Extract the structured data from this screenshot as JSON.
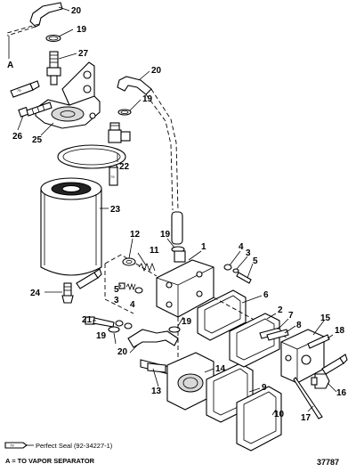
{
  "callouts": [
    {
      "id": "1",
      "label": "1"
    },
    {
      "id": "2",
      "label": "2"
    },
    {
      "id": "3a",
      "label": "3"
    },
    {
      "id": "3b",
      "label": "3"
    },
    {
      "id": "4a",
      "label": "4"
    },
    {
      "id": "4b",
      "label": "4"
    },
    {
      "id": "5a",
      "label": "5"
    },
    {
      "id": "5b",
      "label": "5"
    },
    {
      "id": "6",
      "label": "6"
    },
    {
      "id": "7",
      "label": "7"
    },
    {
      "id": "8",
      "label": "8"
    },
    {
      "id": "9",
      "label": "9"
    },
    {
      "id": "10",
      "label": "10"
    },
    {
      "id": "11",
      "label": "11"
    },
    {
      "id": "12",
      "label": "12"
    },
    {
      "id": "13",
      "label": "13"
    },
    {
      "id": "14",
      "label": "14"
    },
    {
      "id": "15",
      "label": "15"
    },
    {
      "id": "16",
      "label": "16"
    },
    {
      "id": "17",
      "label": "17"
    },
    {
      "id": "18",
      "label": "18"
    },
    {
      "id": "19a",
      "label": "19"
    },
    {
      "id": "19b",
      "label": "19"
    },
    {
      "id": "19c",
      "label": "19"
    },
    {
      "id": "19d",
      "label": "19"
    },
    {
      "id": "20a",
      "label": "20"
    },
    {
      "id": "20b",
      "label": "20"
    },
    {
      "id": "20c",
      "label": "20"
    },
    {
      "id": "21",
      "label": "21"
    },
    {
      "id": "22",
      "label": "22"
    },
    {
      "id": "23",
      "label": "23"
    },
    {
      "id": "24",
      "label": "24"
    },
    {
      "id": "25",
      "label": "25"
    },
    {
      "id": "26",
      "label": "26"
    },
    {
      "id": "27",
      "label": "27"
    }
  ],
  "reference_marker": "A",
  "tube_label": "79",
  "legend": {
    "symbol_label": "79",
    "text": "Perfect Seal (92-34227-1)"
  },
  "footnote": "A = TO VAPOR SEPARATOR",
  "figure_number": "37787"
}
